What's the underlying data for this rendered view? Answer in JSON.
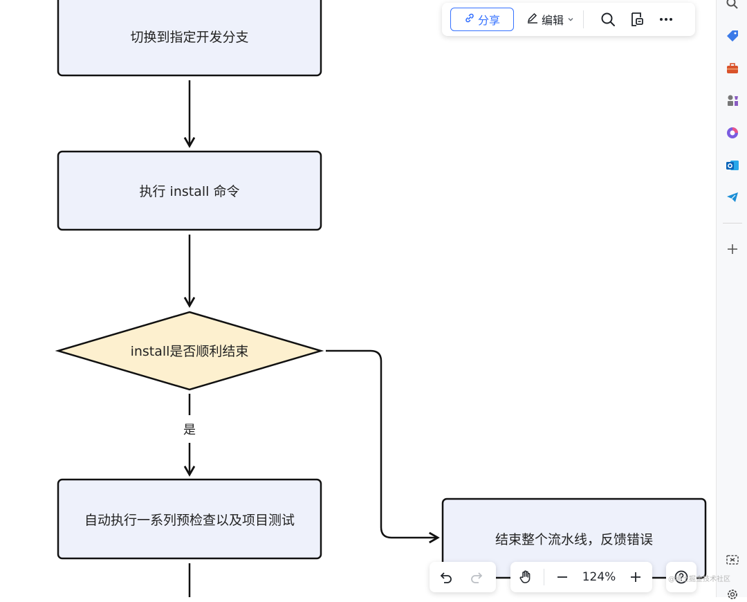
{
  "flowchart": {
    "nodes": [
      {
        "id": "n1",
        "shape": "rect",
        "text": "切换到指定开发分支",
        "fill": "#eef1fb"
      },
      {
        "id": "n2",
        "shape": "rect",
        "text": "执行 install 命令",
        "fill": "#eef1fb"
      },
      {
        "id": "n3",
        "shape": "diamond",
        "text": "install是否顺利结束",
        "fill": "#fdf0cf"
      },
      {
        "id": "n4",
        "shape": "rect",
        "text": "自动执行一系列预检查以及项目测试",
        "fill": "#eef1fb"
      },
      {
        "id": "n5",
        "shape": "rect",
        "text": "结束整个流水线，反馈错误",
        "fill": "#eef1fb"
      }
    ],
    "edges": [
      {
        "from": "n1",
        "to": "n2",
        "label": ""
      },
      {
        "from": "n2",
        "to": "n3",
        "label": ""
      },
      {
        "from": "n3",
        "to": "n4",
        "label": "是"
      },
      {
        "from": "n3",
        "to": "n5",
        "label": ""
      }
    ]
  },
  "toolbar": {
    "share_label": "分享",
    "edit_label": "编辑",
    "accent": "#3370ff",
    "icons": [
      "link-icon",
      "pen-icon",
      "chevron-down-icon",
      "search-icon",
      "comment-icon",
      "more-icon"
    ]
  },
  "bottom_toolbar": {
    "zoom": "124%",
    "icons": [
      "undo-icon",
      "redo-icon",
      "hand-icon",
      "zoom-out-icon",
      "zoom-in-icon",
      "help-icon"
    ]
  },
  "sidebar": {
    "icons": [
      "search-icon",
      "tag-icon",
      "toolbox-icon",
      "chess-icon",
      "copilot-icon",
      "outlook-icon",
      "telegram-icon",
      "add-icon",
      "screenshot-icon",
      "settings-icon"
    ]
  },
  "watermark": "@稀土掘金技术社区"
}
